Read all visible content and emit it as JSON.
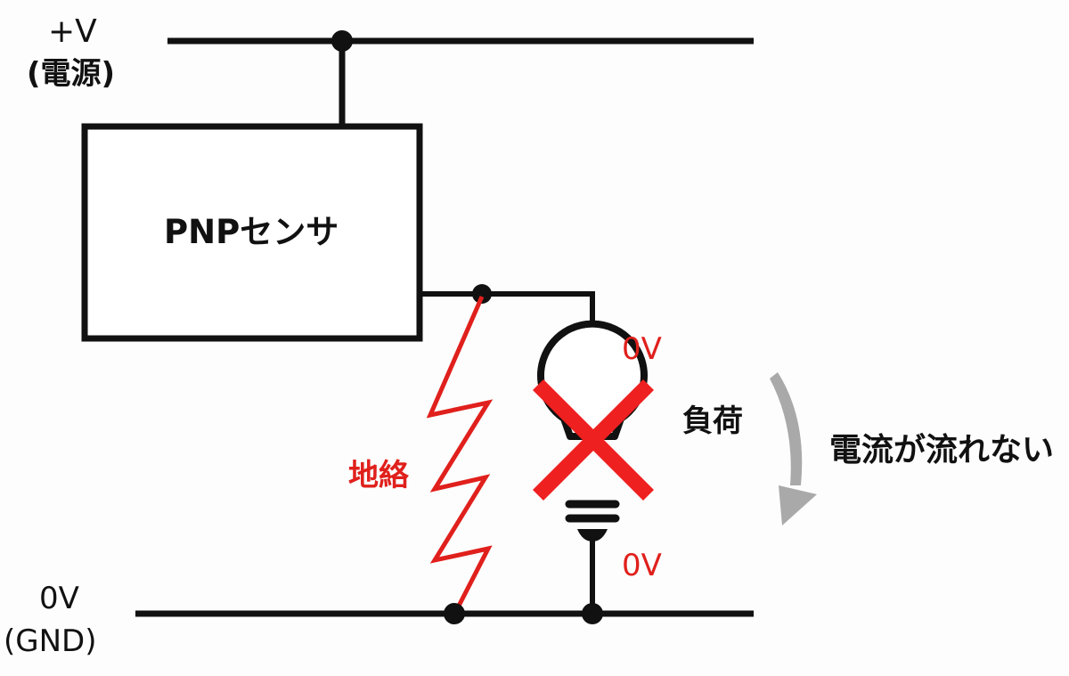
{
  "diagram": {
    "title": "PNPセンサ 地絡時の回路",
    "labels": {
      "supply_voltage": "+V",
      "supply_name": "(電源)",
      "ground_voltage": "0V",
      "ground_name": "(GND)",
      "sensor": "PNPセンサ",
      "ground_fault": "地絡",
      "load": "負荷",
      "load_top_voltage": "0V",
      "load_bottom_voltage": "0V",
      "current_status": "電流が流れない"
    },
    "icons": {
      "load": "light-bulb-icon",
      "disabled_mark": "red-x-icon",
      "current_flow": "curved-down-arrow-icon",
      "fault_path": "zigzag-lightning-line"
    },
    "colors": {
      "wire": "#111111",
      "fault": "#e0201c",
      "arrow": "#a9a9a9",
      "text": "#111111"
    },
    "nodes": [
      "supply-sensor-junction",
      "sensor-output-junction",
      "fault-ground-junction",
      "load-ground-junction"
    ]
  }
}
